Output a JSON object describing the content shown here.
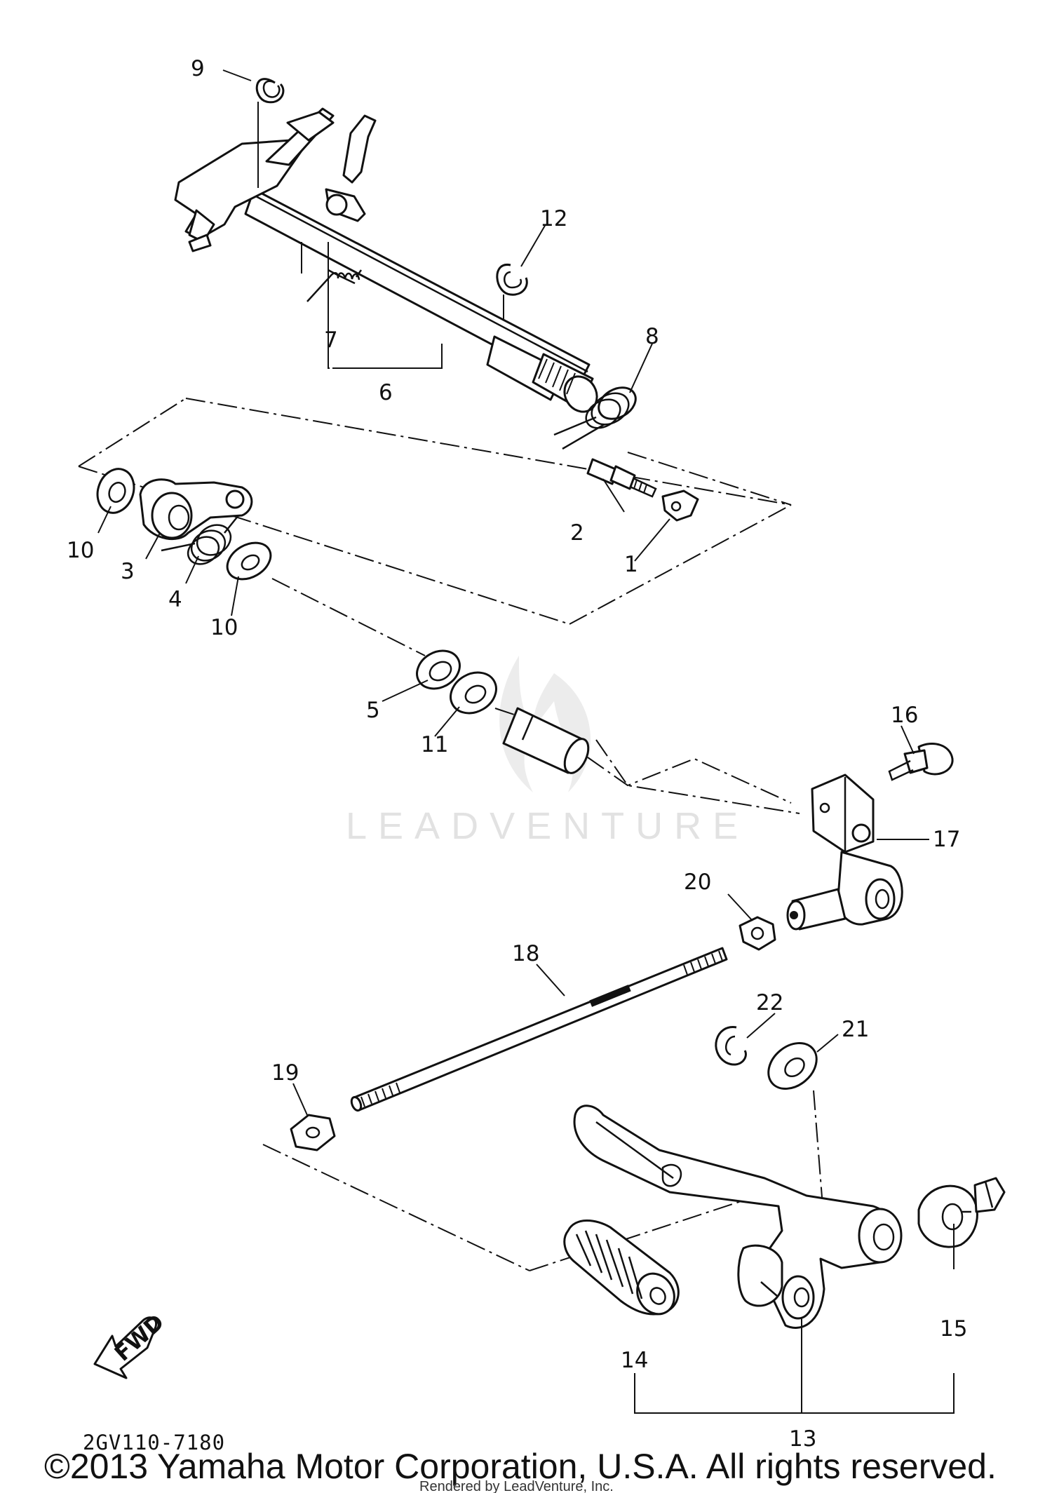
{
  "diagram_code": "2GV110-7180",
  "fwd_label": "FWD",
  "watermark": "LEADVENTURE",
  "copyright": "©2013 Yamaha Motor Corporation, U.S.A. All rights reserved.",
  "rendered_by": "Rendered by LeadVenture, Inc.",
  "callouts": {
    "c1": "1",
    "c2": "2",
    "c3": "3",
    "c4": "4",
    "c5": "5",
    "c6": "6",
    "c7": "7",
    "c8": "8",
    "c9": "9",
    "c10a": "10",
    "c10b": "10",
    "c11": "11",
    "c12": "12",
    "c13": "13",
    "c14": "14",
    "c15": "15",
    "c16": "16",
    "c17": "17",
    "c18": "18",
    "c19": "19",
    "c20": "20",
    "c21": "21",
    "c22": "22"
  }
}
